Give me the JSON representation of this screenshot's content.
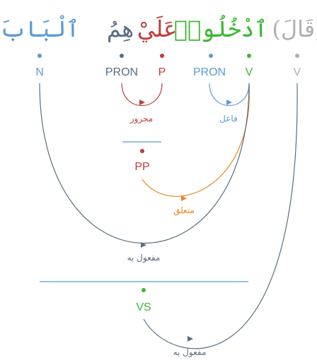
{
  "colors": {
    "blue": "#5b9bd5",
    "green": "#3cb832",
    "gray": "#b0b0b0",
    "slate": "#5a6e82",
    "red": "#c0393b",
    "orange": "#e8891e",
    "ink": "#333333"
  },
  "words": {
    "w1": {
      "text": "(قَالَ)"
    },
    "w2": {
      "stem": "ٱدْخُلُوا۟",
      "suffix": ""
    },
    "w3": {
      "stem": "عَلَيْ",
      "suffix": "هِمُ"
    },
    "w4": {
      "text": "ٱلْبَابَ"
    }
  },
  "tags": {
    "v1": "V",
    "v2": "V",
    "pron2": "PRON",
    "p3": "P",
    "pron3": "PRON",
    "n4": "N",
    "pp": "PP",
    "vs": "VS"
  },
  "relations": {
    "majrur": "مجرور",
    "fail": "فاعل",
    "mutaalliq": "متعلق",
    "mafool1": "مفعول به",
    "mafool2": "مفعول به"
  }
}
